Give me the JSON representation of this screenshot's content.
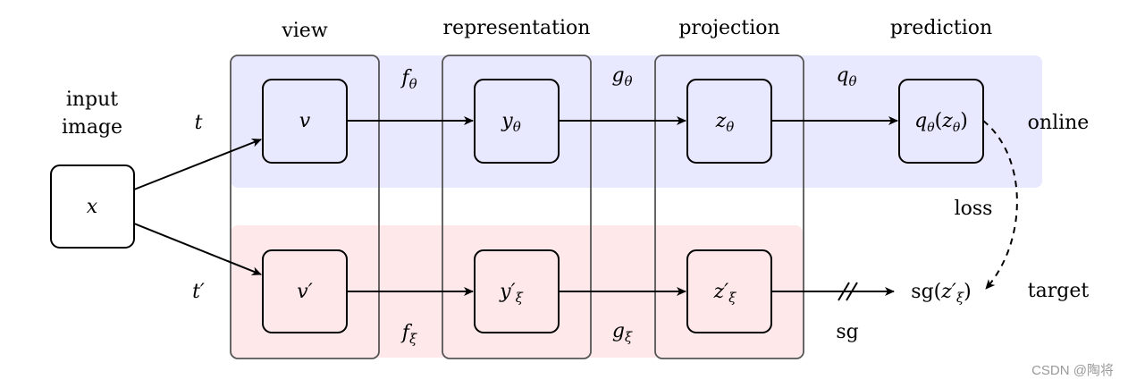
{
  "columns": {
    "view": "view",
    "representation": "representation",
    "projection": "projection",
    "prediction": "prediction"
  },
  "input": {
    "label_line1": "input",
    "label_line2": "image",
    "node": "x"
  },
  "online": {
    "row_label": "online",
    "t": "t",
    "nodes": {
      "view": "v",
      "representation": "y",
      "representation_sub": "θ",
      "projection": "z",
      "projection_sub": "θ",
      "prediction": "q",
      "prediction_sub": "θ",
      "prediction_arg": "z",
      "prediction_arg_sub": "θ"
    },
    "edges": {
      "f": "f",
      "f_sub": "θ",
      "g": "g",
      "g_sub": "θ",
      "q": "q",
      "q_sub": "θ"
    }
  },
  "target": {
    "row_label": "target",
    "t": "t′",
    "nodes": {
      "view": "v′",
      "representation": "y′",
      "representation_sub": "ξ",
      "projection": "z′",
      "projection_sub": "ξ",
      "output_prefix": "sg(",
      "output_var": "z′",
      "output_sub": "ξ",
      "output_suffix": ")"
    },
    "edges": {
      "f": "f",
      "f_sub": "ξ",
      "g": "g",
      "g_sub": "ξ",
      "sg": "sg"
    }
  },
  "loss_label": "loss",
  "watermark": "CSDN @陶将",
  "colors": {
    "online_band": "#e8e8ff",
    "target_band": "#ffe8ea",
    "stroke": "#000000",
    "column_border": "#555555"
  }
}
